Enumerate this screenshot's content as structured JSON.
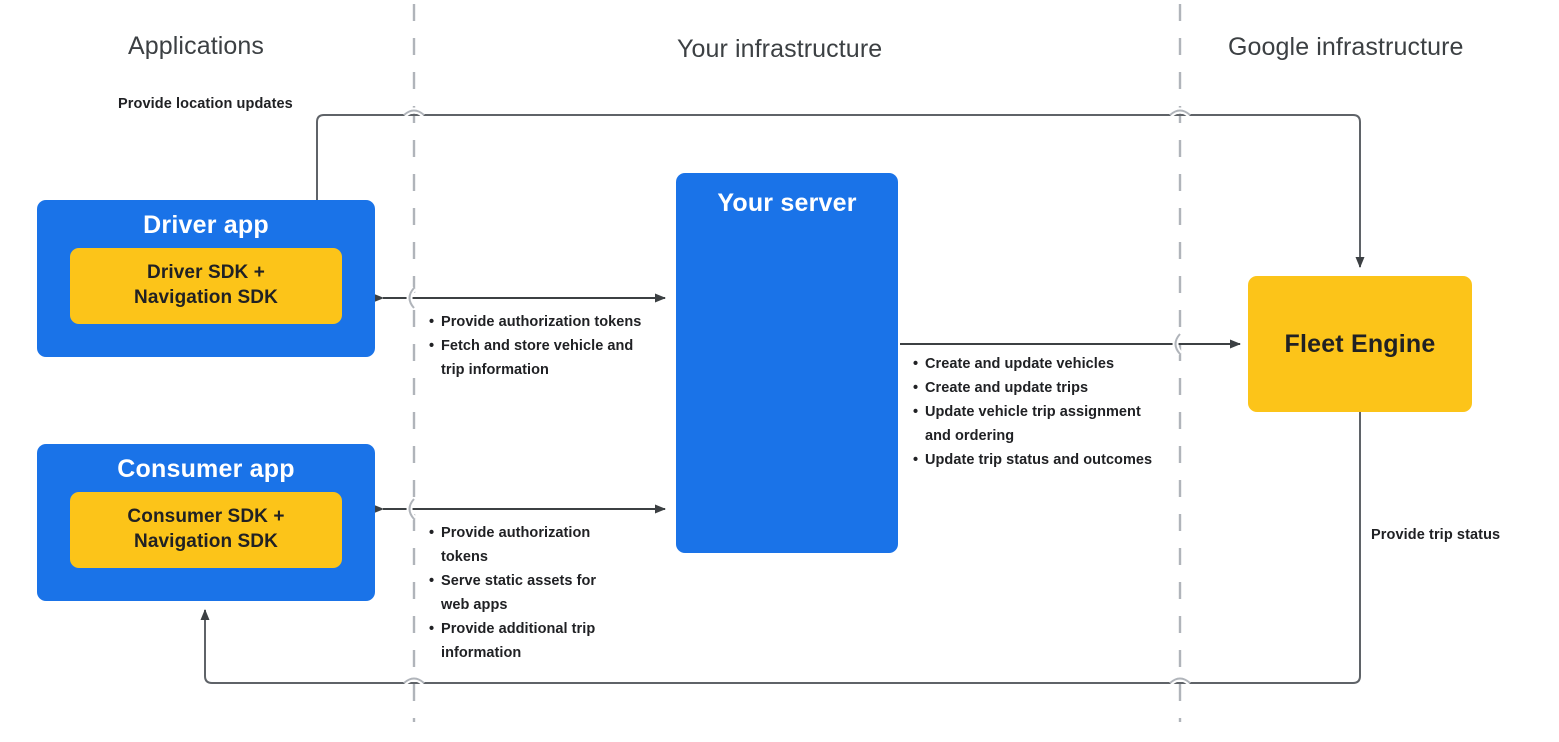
{
  "zones": [
    {
      "name": "applications",
      "label": "Applications"
    },
    {
      "name": "your-infrastructure",
      "label": "Your infrastructure"
    },
    {
      "name": "google-infrastructure",
      "label": "Google infrastructure"
    }
  ],
  "nodes": {
    "driver_app": {
      "title": "Driver app",
      "sdk_line1": "Driver SDK +",
      "sdk_line2": "Navigation SDK"
    },
    "consumer_app": {
      "title": "Consumer app",
      "sdk_line1": "Consumer SDK +",
      "sdk_line2": "Navigation SDK"
    },
    "your_server": {
      "title": "Your server"
    },
    "fleet_engine": {
      "title": "Fleet Engine"
    }
  },
  "edge_labels": {
    "provide_location_updates": "Provide location updates",
    "provide_trip_status": "Provide trip status"
  },
  "bullet_groups": {
    "driver_to_server": [
      "Provide authorization tokens",
      "Fetch and store vehicle and trip information"
    ],
    "consumer_to_server": [
      "Provide authorization tokens",
      "Serve static assets for web apps",
      "Provide additional trip information"
    ],
    "server_to_fleet_engine": [
      "Create and update vehicles",
      "Create and update trips",
      "Update vehicle trip assignment and ordering",
      "Update trip status and outcomes"
    ]
  },
  "colors": {
    "app_blue": "#1a73e8",
    "sdk_yellow": "#fcc419",
    "engine_yellow": "#fcc419",
    "connector": "#5f6368",
    "divider": "#b0b4ba",
    "zone_title": "#3c4043",
    "body_text": "#202124"
  }
}
